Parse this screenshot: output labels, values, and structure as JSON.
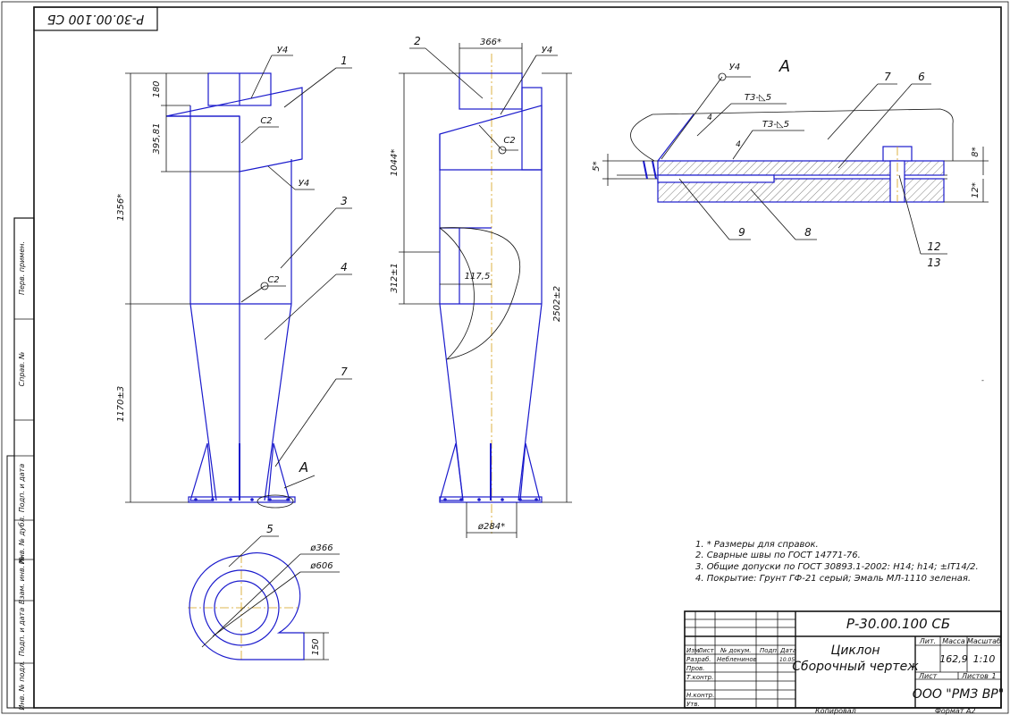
{
  "drawing": {
    "code": "Р-30.00.100 СБ",
    "title_line1": "Циклон",
    "title_line2": "Сборочный чертеж",
    "company": "ООО \"РМЗ ВР\"",
    "mass": "162,9",
    "scale": "1:10",
    "mass_label": "Масса",
    "scale_label": "Масштаб",
    "lit_label": "Лит.",
    "sheet_label": "Лист",
    "sheets_label": "Листов",
    "sheets_count": "1",
    "copied": "Копировал",
    "format": "Формат  А2"
  },
  "title_block": {
    "col_izm": "Изм.",
    "col_list": "Лист",
    "col_doc": "№ докум.",
    "col_sign": "Подп.",
    "col_date": "Дата",
    "row_razrab": "Разраб.",
    "razrab_name": "Небленинов",
    "razrab_date": "10.05",
    "row_prov": "Пров.",
    "row_tkontr": "Т.контр.",
    "row_nkontr": "Н.контр.",
    "row_utv": "Утв."
  },
  "side_stamp": {
    "perv_primen": "Перв. примен.",
    "sprav": "Справ. №",
    "podp_data1": "Подп. и дата",
    "inv_dubl": "Инв. № дубл.",
    "vzam_inv": "Взам. инв. №",
    "podp_data2": "Подп. и дата",
    "inv_podl": "Инв. № подл."
  },
  "notes": [
    "1.  * Размеры для справок.",
    "2.  Сварные швы по ГОСТ 14771-76.",
    "3.  Общие допуски по ГОСТ 30893.1-2002: H14; h14; ±IT14/2.",
    "4.  Покрытие: Грунт ГФ-21 серый; Эмаль МЛ-1110 зеленая."
  ],
  "view_a": {
    "label": "А",
    "weld1": "Т3-◺5",
    "weld2": "Т3-◺5",
    "weld_u4": "У4",
    "dim_5": "5*",
    "dim_8": "8*",
    "dim_12": "12*",
    "pos_4a": "4",
    "pos_4b": "4",
    "pos_6": "6",
    "pos_7": "7",
    "pos_8": "8",
    "pos_9": "9",
    "pos_12": "12",
    "pos_13": "13"
  },
  "front_view": {
    "dim_180": "180",
    "dim_395": "395,81",
    "dim_1356": "1356*",
    "dim_1170": "1170±3",
    "weld_u4_top": "У4",
    "weld_u4_mid": "У4",
    "weld_c2_top": "С2",
    "weld_c2_mid": "С2",
    "pos_1": "1",
    "pos_3": "3",
    "pos_4": "4",
    "pos_7": "7",
    "callout_a": "А"
  },
  "side_view": {
    "dim_366": "366*",
    "dim_1044": "1044*",
    "dim_312": "312±1",
    "dim_117": "117,5",
    "dim_2502": "2502±2",
    "dim_284": "ø284*",
    "weld_u4": "У4",
    "weld_c2": "С2",
    "pos_2": "2"
  },
  "top_view": {
    "dim_366": "ø366",
    "dim_606": "ø606",
    "dim_150": "150",
    "pos_5": "5"
  },
  "colors": {
    "part_lines": "#1a1acc",
    "dim_lines": "#111111",
    "axis_lines": "#d4a017"
  }
}
